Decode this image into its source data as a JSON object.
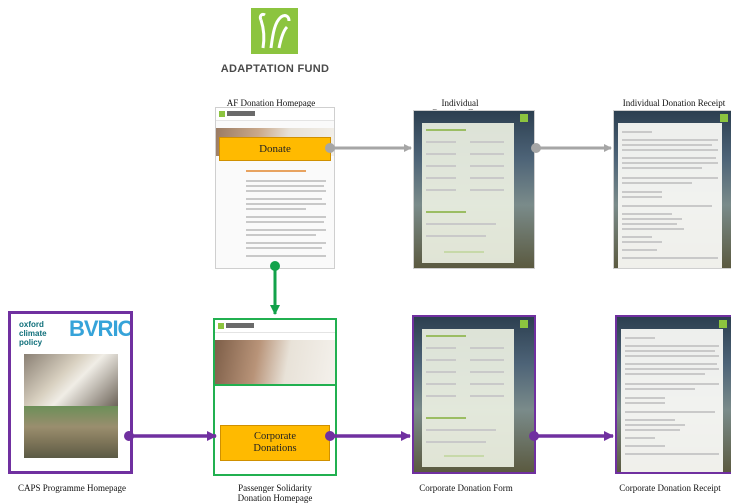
{
  "logo": {
    "text": "ADAPTATION FUND",
    "color": "#8cc43f"
  },
  "captions": {
    "af_homepage": "AF Donation Homepage",
    "individual_form": "Individual Donation Form",
    "individual_receipt": "Individual Donation Receipt",
    "caps_homepage": "CAPS Programme Homepage",
    "passenger_homepage": "Passenger Solidarity Donation Homepage",
    "corporate_form": "Corporate Donation Form",
    "corporate_receipt": "Corporate Donation Receipt"
  },
  "buttons": {
    "donate": "Donate",
    "corporate_donations": "Corporate Donations"
  },
  "caps_logos": {
    "oxford": "oxford climate policy",
    "bvrio": "BVRIO"
  },
  "colors": {
    "gray_arrow": "#a6a6a6",
    "green_arrow": "#12a24a",
    "purple_arrow": "#7030a0",
    "orange_button": "#ffba00",
    "green_border": "#21b050",
    "purple_border": "#7030a0"
  }
}
